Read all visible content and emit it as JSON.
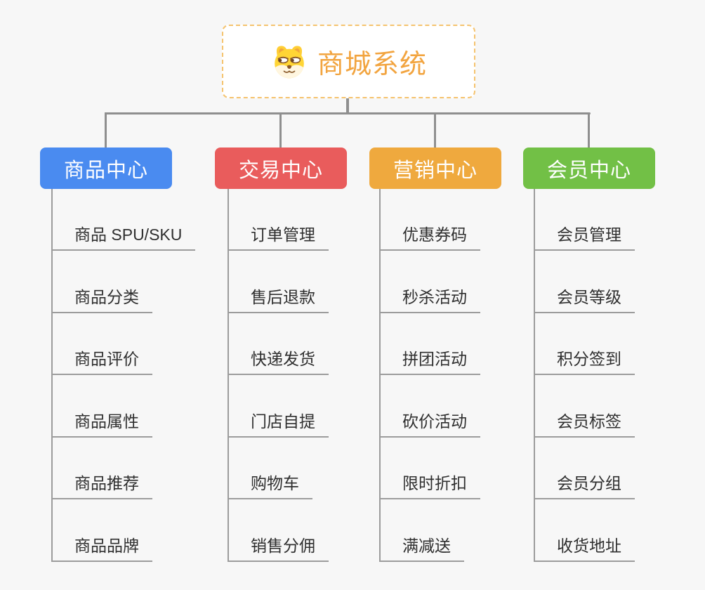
{
  "colors": {
    "background": "#f7f7f7",
    "connector": "#8f8f8f",
    "underline": "#9c9c9c",
    "item_text": "#2f2f2f",
    "root_text": "#F2A43F",
    "root_border": "#F5C36E",
    "branch_text": "#ffffff"
  },
  "root": {
    "title": "商城系统",
    "icon": "dog-face-icon"
  },
  "branches": [
    {
      "label": "商品中心",
      "color": "#4A8BF0",
      "items": [
        "商品 SPU/SKU",
        "商品分类",
        "商品评价",
        "商品属性",
        "商品推荐",
        "商品品牌"
      ]
    },
    {
      "label": "交易中心",
      "color": "#E95C5C",
      "items": [
        "订单管理",
        "售后退款",
        "快递发货",
        "门店自提",
        "购物车",
        "销售分佣"
      ]
    },
    {
      "label": "营销中心",
      "color": "#EFA93E",
      "items": [
        "优惠券码",
        "秒杀活动",
        "拼团活动",
        "砍价活动",
        "限时折扣",
        "满减送"
      ]
    },
    {
      "label": "会员中心",
      "color": "#72C046",
      "items": [
        "会员管理",
        "会员等级",
        "积分签到",
        "会员标签",
        "会员分组",
        "收货地址"
      ]
    }
  ]
}
